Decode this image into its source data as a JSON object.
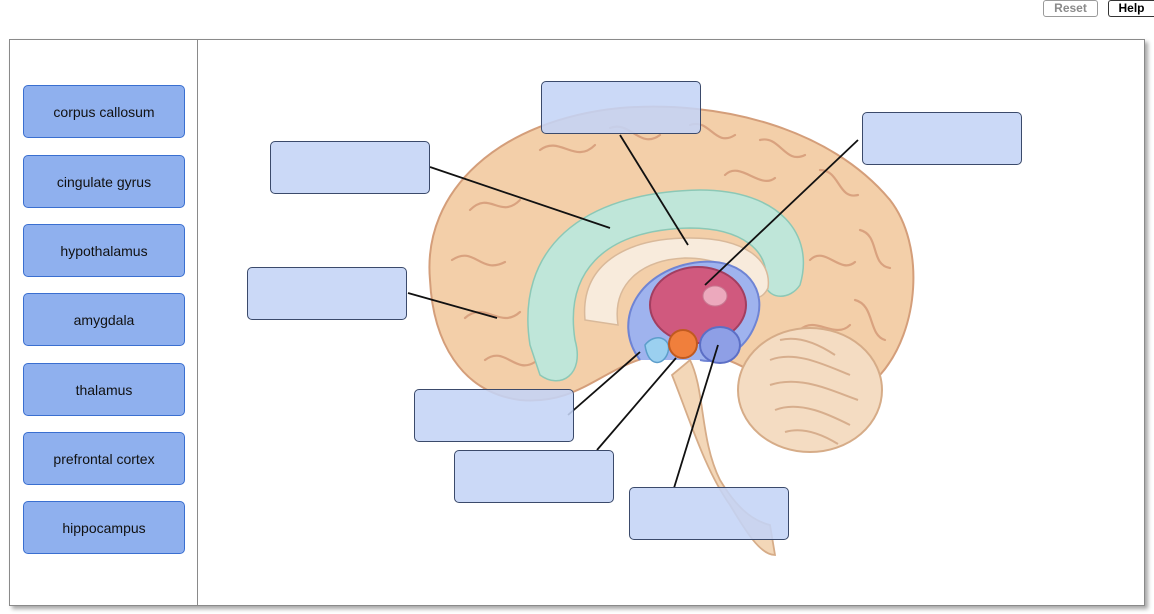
{
  "toolbar": {
    "reset_label": "Reset",
    "help_label": "Help"
  },
  "labels": [
    "corpus callosum",
    "cingulate gyrus",
    "hypothalamus",
    "amygdala",
    "thalamus",
    "prefrontal cortex",
    "hippocampus"
  ],
  "colors": {
    "tile_fill": "#8fb0ee",
    "tile_border": "#3a6fd0",
    "target_fill": "#c4d4f6",
    "brain_tissue": "#f3cfa9",
    "limbic_band": "#bfe6d9",
    "thalamus": "#d0597e",
    "amygdala": "#f07f3c",
    "hippocampus": "#8e9fe6"
  }
}
